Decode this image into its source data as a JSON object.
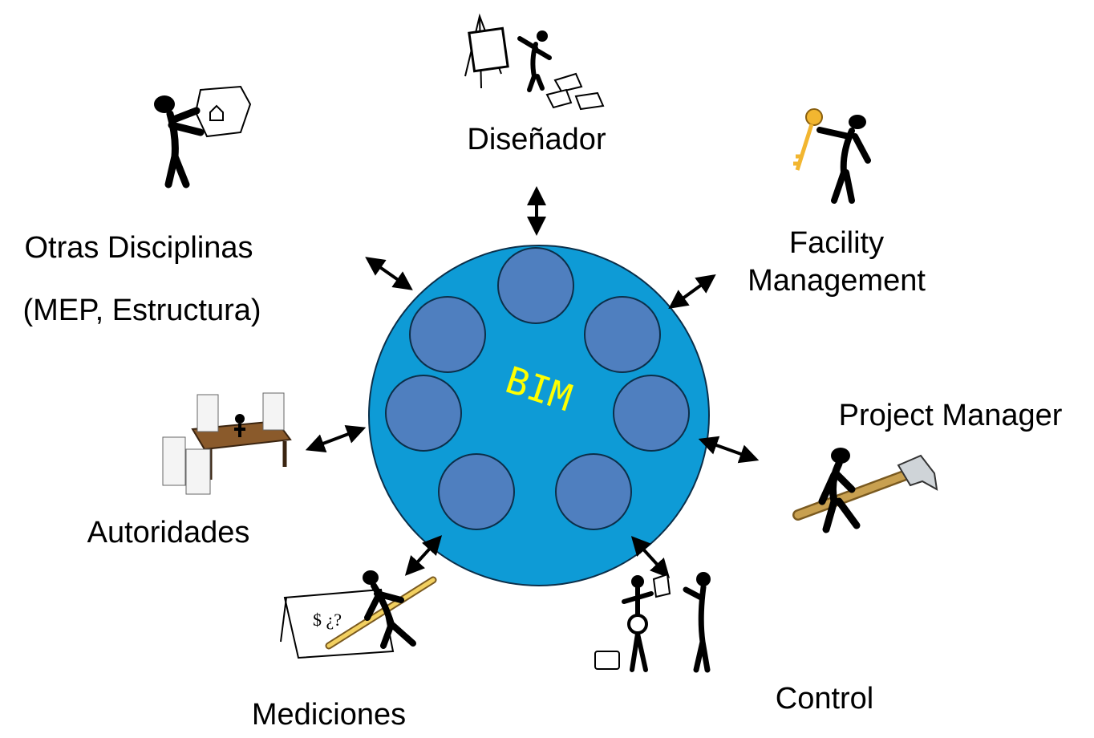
{
  "center": {
    "label": "BIM",
    "colors": {
      "disc": "#0e9bd6",
      "disc_outline": "#0b2f4a",
      "node": "#4f7fbf",
      "label": "#ffff00"
    },
    "nodes": 7
  },
  "roles": {
    "designer": "Diseñador",
    "facility_line1": "Facility",
    "facility_line2": "Management",
    "project_manager": "Project Manager",
    "control": "Control",
    "mediciones": "Mediciones",
    "autoridades": "Autoridades",
    "otras_line1": "Otras Disciplinas",
    "otras_line2": "(MEP, Estructura)"
  },
  "clipart": {
    "drawing_symbols": "$ ¿?"
  },
  "icons": [
    "double-arrow-icon",
    "designer-easel-figure",
    "key-figure",
    "hammer-figure",
    "control-group-figure",
    "measuring-figure",
    "desk-paperwork-figure",
    "blueprint-figure"
  ],
  "colors": {
    "figure": "#000000",
    "key": "#f2b630",
    "hammer_handle": "#c8a050",
    "desk": "#8a5a2b",
    "paper": "#ffffff"
  }
}
